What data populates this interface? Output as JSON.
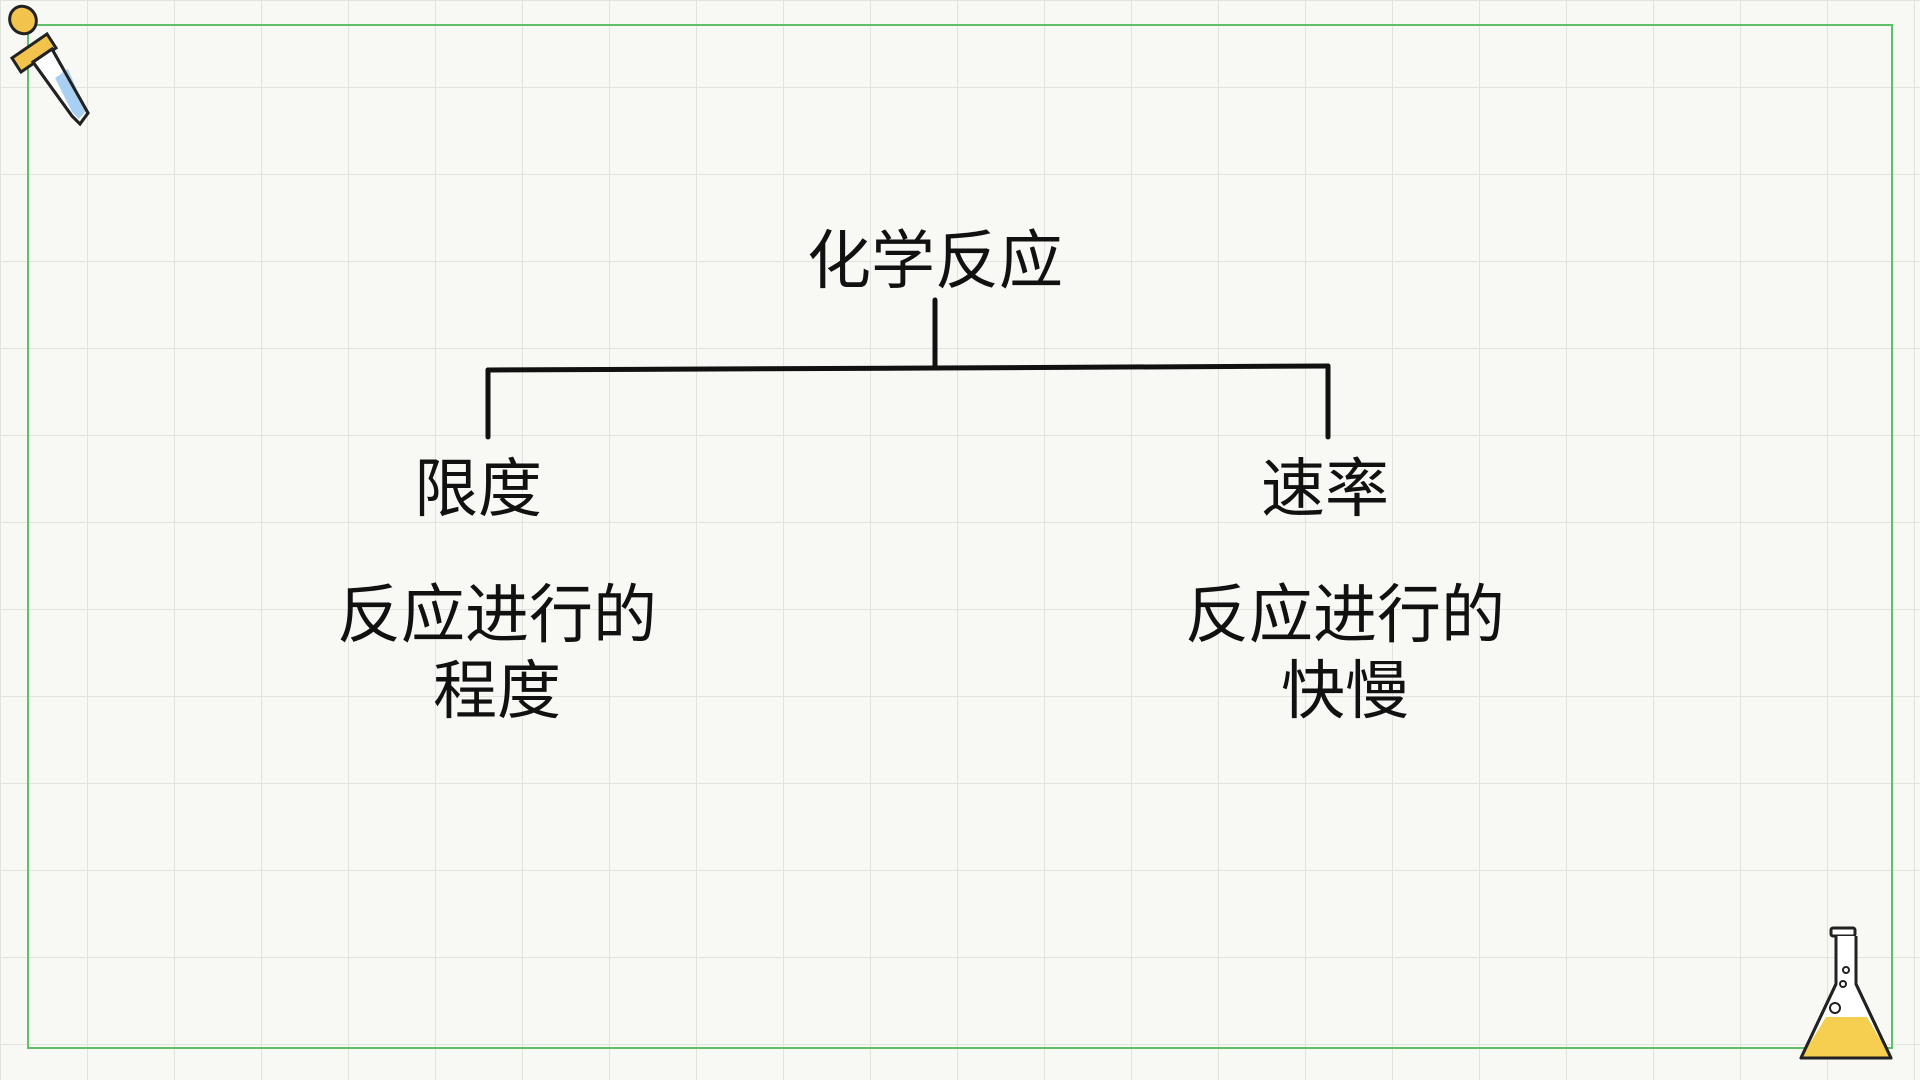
{
  "diagram": {
    "root": {
      "label": "化学反应"
    },
    "left": {
      "label": "限度",
      "description_line1": "反应进行的",
      "description_line2": "程度"
    },
    "right": {
      "label": "速率",
      "description_line1": "反应进行的",
      "description_line2": "快慢"
    }
  },
  "colors": {
    "background": "#f8f8f5",
    "grid": "#e3e3de",
    "frame": "#5fbf6a",
    "line": "#111111",
    "dropper_cap": "#f2c44e",
    "dropper_liquid": "#a9d0f2",
    "flask_liquid": "#f6cf50"
  },
  "icons": {
    "top_left": "dropper-icon",
    "bottom_right": "flask-icon"
  }
}
